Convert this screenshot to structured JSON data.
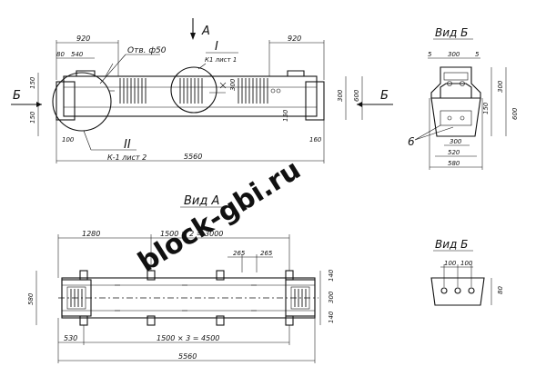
{
  "views": {
    "view_a_title": "Вид А",
    "view_b_top_title": "Вид Б",
    "view_b_bottom_title": "Вид Б"
  },
  "markers": {
    "arrow_a": "А",
    "section_b_left": "Б",
    "section_b_right": "Б",
    "node_i": "I",
    "node_i_ref": "К1 лист 1",
    "node_ii": "II",
    "node_ii_ref": "К-1  лист 2",
    "hole_note": "Отв. ф50",
    "callout_6": "6"
  },
  "front_dims": {
    "top_left": "920",
    "top_right": "920",
    "sub_left_a": "80",
    "sub_left_b": "540",
    "h_top": "150",
    "h_mid": "150",
    "h_bot": "100",
    "overall": "5560",
    "right_h_1": "300",
    "right_h_2": "600",
    "right_small": "150",
    "right_bot": "160",
    "right_a": "300"
  },
  "plan_dims": {
    "offset": "1280",
    "top_spacing": "1500 × 2 = 3000",
    "gap_1": "265",
    "gap_2": "265",
    "bottom_offset": "530",
    "bottom_spacing": "1500 × 3 = 4500",
    "overall": "5560",
    "height": "580",
    "right_1": "140",
    "right_2": "300",
    "right_3": "140"
  },
  "side_top_dims": {
    "top_5a": "5",
    "top_300": "300",
    "top_5b": "5",
    "right_h1": "300",
    "right_h2": "600",
    "mid": "150",
    "b300": "300",
    "b520": "520",
    "b580": "580"
  },
  "side_bottom_dims": {
    "a": "100",
    "b": "100",
    "h": "80"
  },
  "watermark": "block-gbi.ru"
}
